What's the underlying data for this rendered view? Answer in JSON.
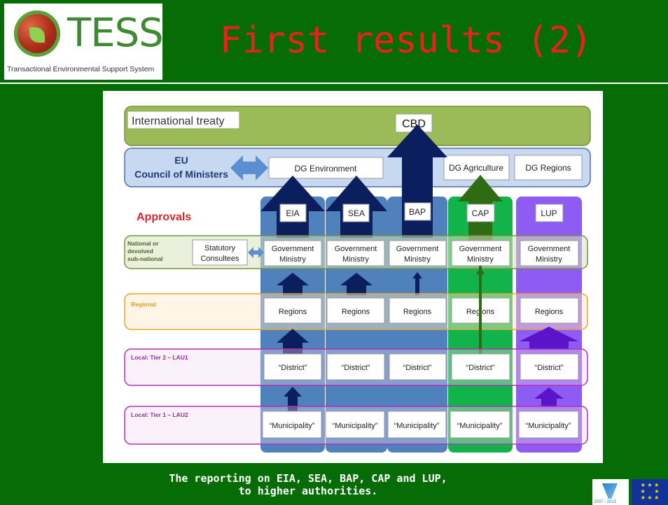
{
  "header": {
    "logo_text": "TESS",
    "logo_subtitle": "Transactional Environmental Support System",
    "title": "First results (2)"
  },
  "diagram": {
    "international_treaty": "International treaty",
    "cbd": "CBD",
    "eu_line1": "EU",
    "eu_line2": "Council of Ministers",
    "dg_environment": "DG Environment",
    "dg_agriculture": "DG Agriculture",
    "dg_regions": "DG Regions",
    "approvals": "Approvals",
    "columns": [
      "EIA",
      "SEA",
      "BAP",
      "CAP",
      "LUP"
    ],
    "national_line1": "National or",
    "national_line2": "devolved",
    "national_line3": "sub-national",
    "statutory_line1": "Statutory",
    "statutory_line2": "Consultees",
    "gov_line1": "Government",
    "gov_line2": "Ministry",
    "regional": "Regional",
    "regions": "Regions",
    "tier2": "Local: Tier 2 – LAU1",
    "district": "“District”",
    "tier1": "Local: Tier 1 – LAU2",
    "municipality": "“Municipality”"
  },
  "caption": {
    "line1": "The reporting on EIA, SEA, BAP, CAP and LUP,",
    "line2": "to higher authorities."
  },
  "footer": {
    "fp7_years": "2007 - 2013"
  },
  "colors": {
    "background": "#066d06",
    "title": "#e8221b",
    "arrow_navy": "#0b1f5e",
    "arrow_green": "#2e6b12",
    "arrow_purple": "#5b14c9",
    "column_blue": "#4f81bd",
    "column_green": "#12b34a",
    "column_purple": "#8e5cf2"
  }
}
